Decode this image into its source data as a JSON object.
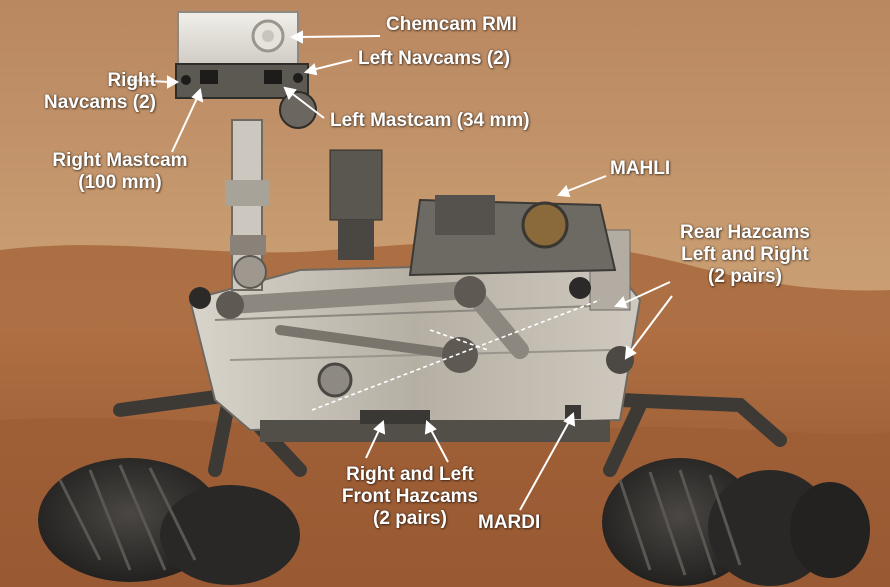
{
  "labels": {
    "chemcam_rmi": "Chemcam RMI",
    "left_navcams": "Left Navcams (2)",
    "right_navcams": [
      "Right",
      "Navcams (2)"
    ],
    "left_mastcam": "Left Mastcam (34 mm)",
    "right_mastcam": [
      "Right Mastcam",
      "(100 mm)"
    ],
    "mahli": "MAHLI",
    "rear_hazcams": [
      "Rear Hazcams",
      "Left and Right",
      "(2 pairs)"
    ],
    "front_hazcams": [
      "Right and Left",
      "Front Hazcams",
      "(2 pairs)"
    ],
    "mardi": "MARDI"
  },
  "colors": {
    "sky": "#c79a6e",
    "ground": "#a9693f",
    "label": "#ffffff",
    "rover_body": "#bdb7ac",
    "wheel": "#2f2d2b"
  }
}
